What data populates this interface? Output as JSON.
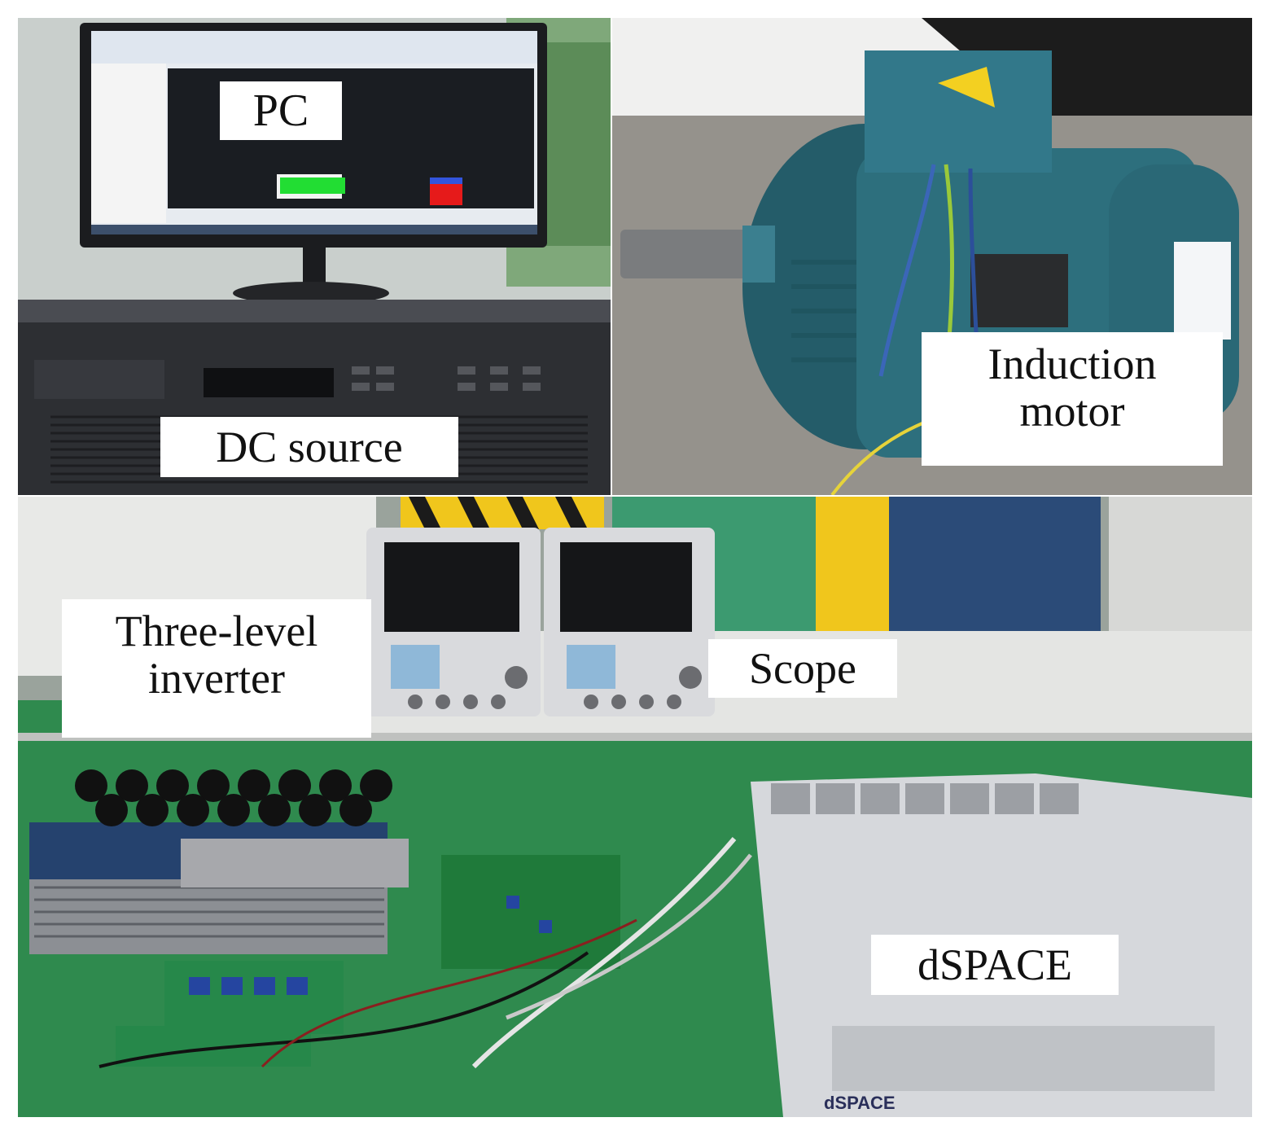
{
  "labels": {
    "pc": "PC",
    "dc_source": "DC source",
    "induction_motor_line1": "Induction",
    "induction_motor_line2": "motor",
    "inverter_line1": "Three-level",
    "inverter_line2": "inverter",
    "scope": "Scope",
    "dspace": "dSPACE"
  },
  "photo_text": {
    "dspace_logo": "dSPACE"
  },
  "colors": {
    "motor_body": "#2d6f7d",
    "pcb_green": "#1f7a3a",
    "bench_green": "#2f8a4e",
    "dspace_box": "#d6d8dc",
    "dc_source": "#2d2f33",
    "scope_body": "#d9dadd"
  }
}
